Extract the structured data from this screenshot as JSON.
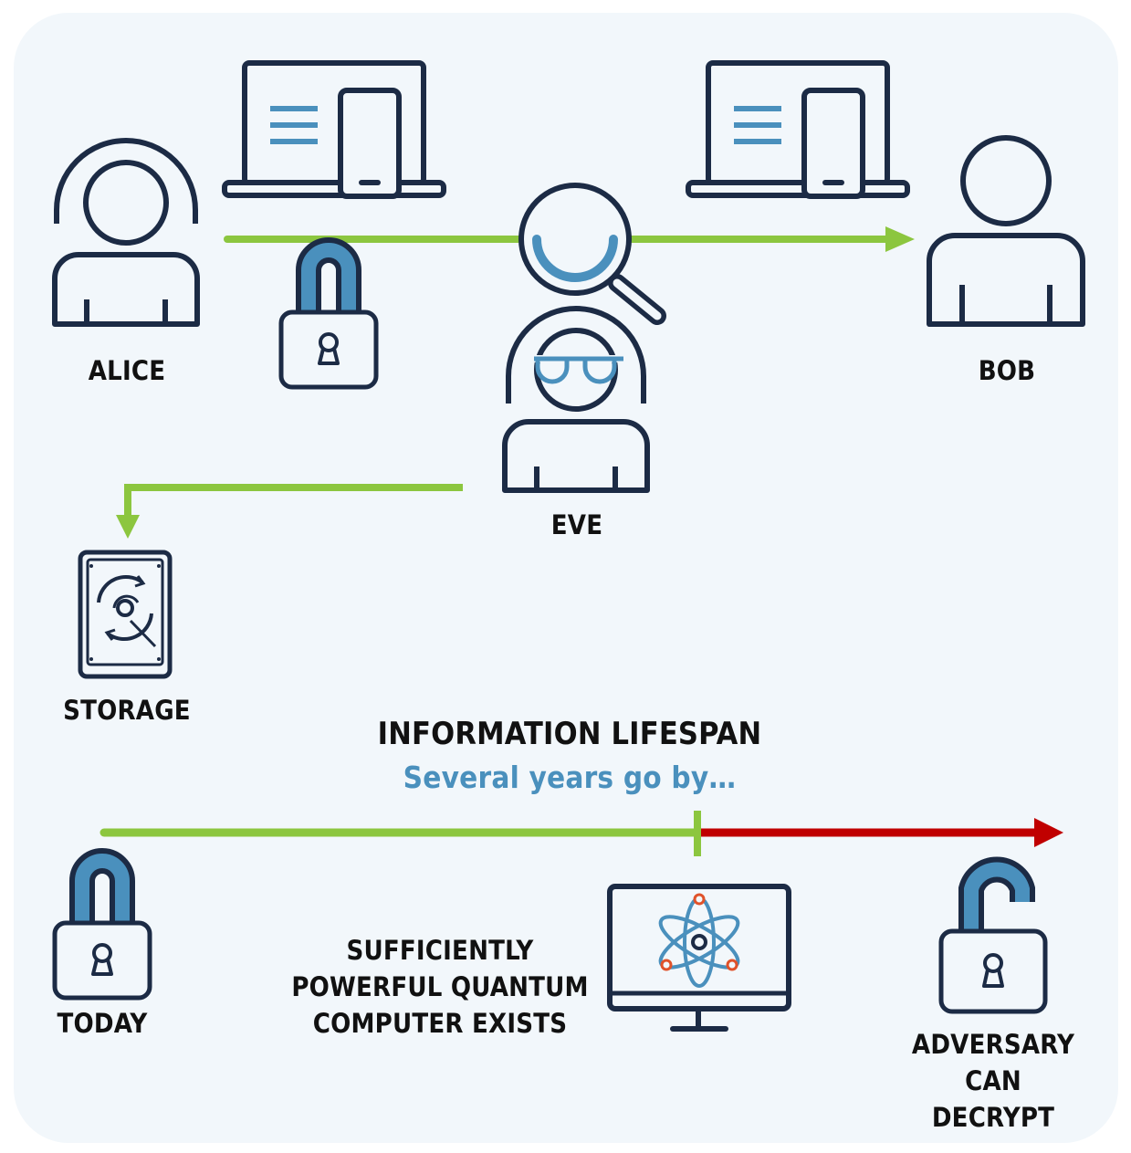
{
  "actors": {
    "alice": "ALICE",
    "bob": "BOB",
    "eve": "EVE"
  },
  "storage": {
    "label": "STORAGE"
  },
  "timeline": {
    "title": "INFORMATION LIFESPAN",
    "subtitle": "Several years go by…",
    "today": "TODAY",
    "quantum": "SUFFICIENTLY\nPOWERFUL QUANTUM\nCOMPUTER EXISTS",
    "decrypt": "ADVERSARY\nCAN DECRYPT"
  },
  "colors": {
    "background": "#f2f7fb",
    "outline": "#1c2b45",
    "accent_blue": "#4a90bd",
    "green": "#8cc63f",
    "red": "#c00000",
    "atom_orange": "#e0522a"
  },
  "icons": [
    "user-icon",
    "laptop-phone-icon",
    "padlock-closed-icon",
    "magnifier-icon",
    "hard-drive-icon",
    "monitor-atom-icon",
    "padlock-open-icon"
  ]
}
